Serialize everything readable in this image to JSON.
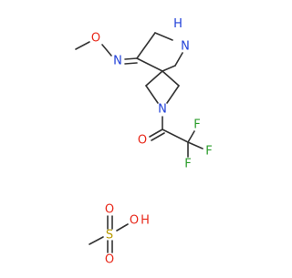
{
  "colors": {
    "bond": "#333333",
    "nitrogen": "#1f3fd8",
    "oxygen": "#e8281a",
    "fluorine": "#2a9c2a",
    "sulfur": "#b89a00"
  },
  "molecule_main": {
    "atoms": {
      "ring_nh": "N",
      "ring_nh_h": "H",
      "oxime_n": "N",
      "oxime_o": "O",
      "azetidine_n": "N",
      "carbonyl_o": "O",
      "f_top": "F",
      "f_right": "F",
      "f_bottom": "F"
    }
  },
  "molecule_salt": {
    "atoms": {
      "sulfur": "S",
      "oxo_top": "O",
      "oxo_bottom": "O",
      "hydroxyl_o": "O",
      "hydroxyl_h": "H"
    }
  }
}
